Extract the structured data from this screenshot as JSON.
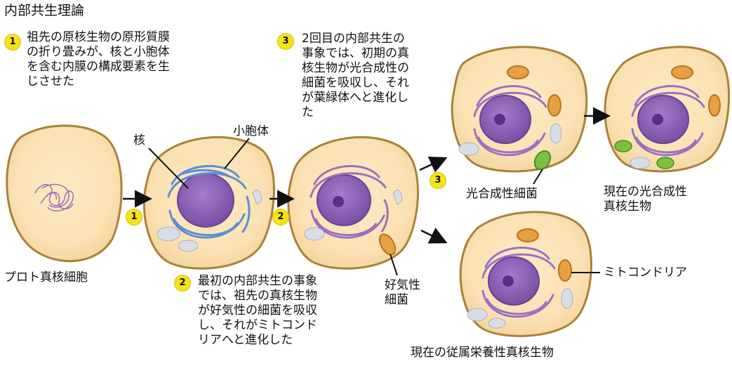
{
  "title": "内部共生理論",
  "steps": [
    {
      "badge": "1",
      "text": "祖先の原核生物の原形質膜\nの折り畳みが、核と小胞体\nを含む内膜の構成要素を生\nじさせた"
    },
    {
      "badge": "2",
      "text": "最初の内部共生の事象\nでは、祖先の真核生物\nが好気性の細菌を吸収\nし、それがミトコンド\nリアへと進化した"
    },
    {
      "badge": "3",
      "text": "2回目の内部共生の\n事象では、初期の真\n核生物が光合成性の\n細菌を吸収し、それ\nが葉緑体へと進化し\nた"
    }
  ],
  "arrow_badges": [
    "1",
    "2",
    "3"
  ],
  "labels": {
    "protoeukaryote": "プロト真核細胞",
    "nucleus": "核",
    "er": "小胞体",
    "aerobic_bacterium": "好気性\n細菌",
    "photosynthetic_bacterium": "光合成性細菌",
    "photosynthetic_eukaryote": "現在の光合成性\n真核生物",
    "heterotrophic_eukaryote": "現在の従属栄養性真核生物",
    "mitochondria": "ミトコンドリア"
  },
  "colors": {
    "badge": "#f5e21a",
    "cell_fill": "#fbe6c0",
    "cell_outline": "#a8823a",
    "nucleus": "#8a5fb0",
    "er_blue": "#5b8fd6",
    "er_purple": "#9a6fc0",
    "mitochondria": "#e8a040",
    "chloroplast": "#7cc040",
    "vacuole": "#d8dde6"
  }
}
